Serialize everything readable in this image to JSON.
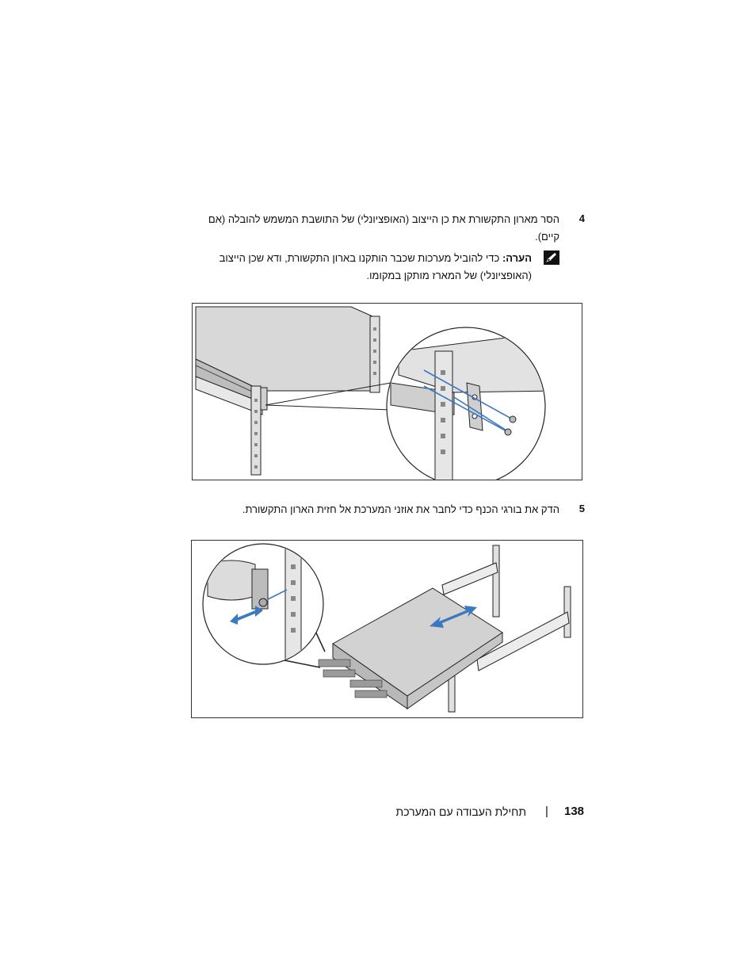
{
  "step4": {
    "number": "4",
    "line1": "הסר מארון התקשורת את כן הייצוב (האופציונלי) של התושבת המשמש להובלה (אם",
    "line2": "קיים)."
  },
  "note": {
    "label": "הערה:",
    "line1": "כדי להוביל מערכות שכבר הותקנו בארון התקשורת, ודא שכן הייצוב",
    "line2": "(האופציונלי) של המארז מותקן במקומו."
  },
  "step5": {
    "number": "5",
    "text": "הדק את בורגי הכנף כדי לחבר את אוזני המערכת אל חזית הארון התקשורת."
  },
  "footer": {
    "page_number": "138",
    "separator": "|",
    "title": "תחילת העבודה עם המערכת"
  },
  "colors": {
    "accent_blue": "#3a78c2",
    "chassis_gray": "#d4d4d4",
    "line": "#222222"
  }
}
